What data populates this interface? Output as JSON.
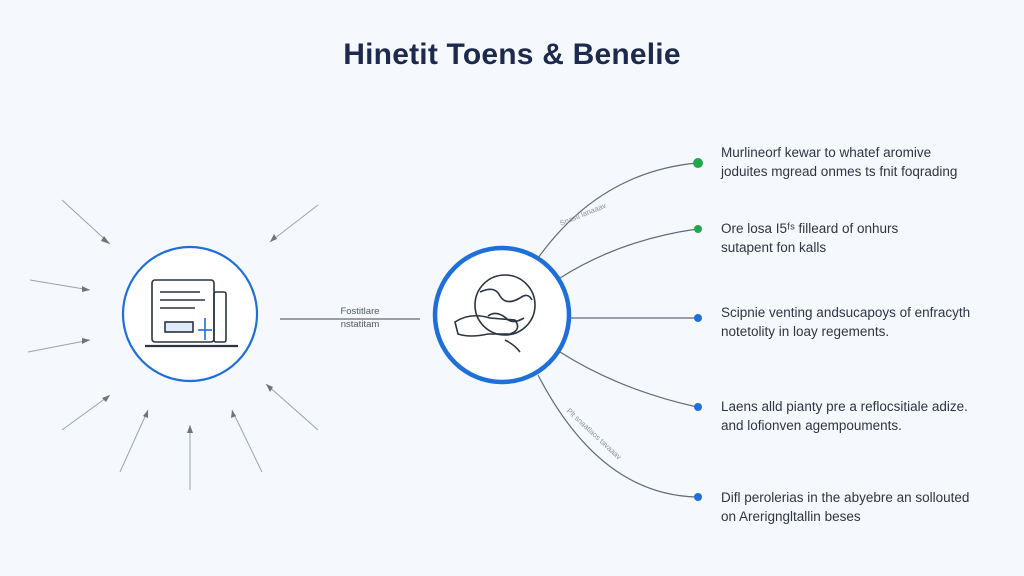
{
  "title": "Hinetit Toens & Benelie",
  "connector_label": [
    "Fostitlare",
    "nstatitam"
  ],
  "arc_label_top": "Snasti lanaaav",
  "arc_label_bottom": "Plt snaatlaos tavaaav",
  "benefits": [
    {
      "lines": [
        "Murlineorf kewar to whatef aromive",
        "joduites mgread onmes ts fnit foqrading"
      ],
      "dot_color": "#1fa84a"
    },
    {
      "lines": [
        "Ore losa I5ᶠˢ filleard of onhurs",
        "sutapent fon kalls"
      ],
      "dot_color": "#1fa84a"
    },
    {
      "lines": [
        "Scipnie venting andsucapoys of enfracyth",
        "notetolity in loay regements."
      ],
      "dot_color": "#1e6fd9"
    },
    {
      "lines": [
        "Laens alld pianty pre a reflocsitiale adize.",
        "and lofionven agempouments."
      ],
      "dot_color": "#1e6fd9"
    },
    {
      "lines": [
        "Difl perolerias in the abyebre an sollouted",
        "on Arerigngltallin beses"
      ],
      "dot_color": "#1e6fd9"
    }
  ],
  "colors": {
    "accent": "#1e6fd9",
    "green": "#1fa84a",
    "title": "#1d2a4d",
    "line": "#606a78"
  },
  "icons": {
    "left": "laptop-document-icon",
    "right": "globe-hand-icon"
  }
}
